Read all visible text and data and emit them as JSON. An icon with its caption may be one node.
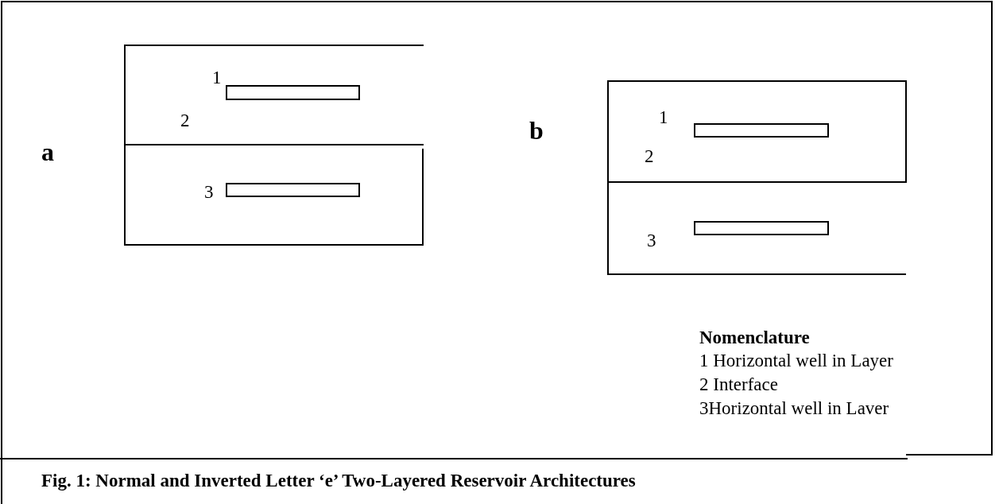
{
  "diagram": {
    "caption": "Fig. 1: Normal and Inverted Letter ‘e’ Two-Layered Reservoir Architectures",
    "labels": [
      "a",
      "1",
      "2",
      "3",
      "b",
      "1",
      "2",
      "3",
      "Nomenclature",
      "1 Horizontal well in Layer",
      "2 Interface",
      "3Horizontal well in Laver"
    ]
  }
}
